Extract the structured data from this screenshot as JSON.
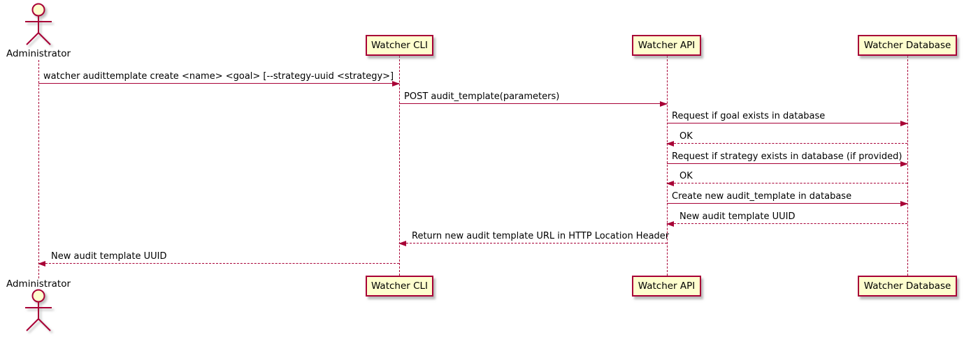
{
  "diagram": {
    "type": "plantuml-sequence-diagram",
    "colors": {
      "line": "#A80036",
      "participant_fill": "#FEFECE",
      "text": "#000000",
      "background": "#FFFFFF"
    }
  },
  "actor": {
    "label": "Administrator"
  },
  "participants": [
    {
      "label": "Watcher CLI"
    },
    {
      "label": "Watcher API"
    },
    {
      "label": "Watcher Database"
    }
  ],
  "messages": [
    {
      "from": "Administrator",
      "to": "Watcher CLI",
      "line": "solid",
      "text": "watcher audittemplate create <name> <goal> [--strategy-uuid <strategy>]"
    },
    {
      "from": "Watcher CLI",
      "to": "Watcher API",
      "line": "solid",
      "text": "POST audit_template(parameters)"
    },
    {
      "from": "Watcher API",
      "to": "Watcher Database",
      "line": "solid",
      "text": "Request if goal exists in database"
    },
    {
      "from": "Watcher Database",
      "to": "Watcher API",
      "line": "dashed",
      "text": "OK"
    },
    {
      "from": "Watcher API",
      "to": "Watcher Database",
      "line": "solid",
      "text": "Request if strategy exists in database (if provided)"
    },
    {
      "from": "Watcher Database",
      "to": "Watcher API",
      "line": "dashed",
      "text": "OK"
    },
    {
      "from": "Watcher API",
      "to": "Watcher Database",
      "line": "solid",
      "text": "Create new audit_template in database"
    },
    {
      "from": "Watcher Database",
      "to": "Watcher API",
      "line": "dashed",
      "text": "New audit template UUID"
    },
    {
      "from": "Watcher API",
      "to": "Watcher CLI",
      "line": "dashed",
      "text": "Return new audit template URL in HTTP Location Header"
    },
    {
      "from": "Watcher CLI",
      "to": "Administrator",
      "line": "dashed",
      "text": "New audit template UUID"
    }
  ]
}
